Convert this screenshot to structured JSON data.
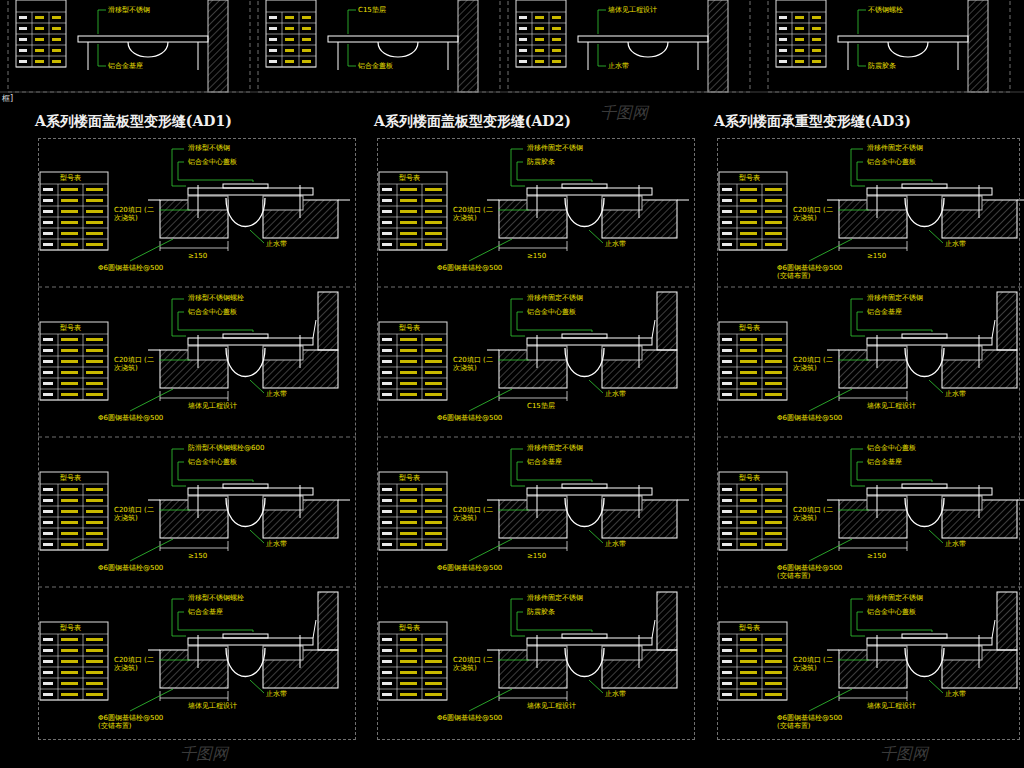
{
  "diagram": {
    "nodes": [
      {
        "text": [
          "A系列楼面盖板型变形缝(AD1)"
        ]
      },
      {
        "text": [
          "A系列楼面盖板型变形缝(AD2)"
        ]
      },
      {
        "text": [
          "A系列楼面承重型变形缝(AD3)"
        ]
      }
    ],
    "labels": [
      "框]",
      "滑移型不锈钢",
      "铝合金基座",
      "C15垫层",
      "铝合金盖板",
      "墙体见工程设计",
      "止水带",
      "不锈钢螺栓",
      "防震胶条",
      "型号表",
      "滑移型不锈钢",
      "铝合金中心盖板",
      "C20填口 (二次浇筑)",
      "Φ6圆钢基锚栓@500",
      "止水带",
      "≥150",
      "型号表",
      "滑移型不锈钢螺栓",
      "铝合金中心盖板",
      "C20填口 (二次浇筑)",
      "Φ6圆钢基锚栓@500",
      "止水带",
      "墙体见工程设计",
      "型号表",
      "防滑型不锈钢螺栓@600",
      "铝合金中心盖板",
      "C20填口 (二次浇筑)",
      "Φ6圆钢基锚栓@500",
      "止水带",
      "≥150",
      "型号表",
      "滑移型不锈钢螺栓",
      "铝合金基座",
      "C20填口 (二次浇筑)",
      "Φ6圆钢基锚栓@500 (交错布置)",
      "止水带",
      "墙体见工程设计",
      "型号表",
      "滑移件固定不锈钢",
      "防震胶条",
      "C20填口 (二次浇筑)",
      "Φ6圆钢基锚栓@500",
      "止水带",
      "≥150",
      "型号表",
      "滑移件固定不锈钢",
      "铝合金中心盖板",
      "C20填口 (二次浇筑)",
      "Φ6圆钢基锚栓@500",
      "止水带",
      "C15垫层",
      "型号表",
      "滑移件固定不锈钢",
      "铝合金基座",
      "C20填口 (二次浇筑)",
      "Φ6圆钢基锚栓@500",
      "止水带",
      "≥150",
      "型号表",
      "滑移件固定不锈钢",
      "防震胶条",
      "C20填口 (二次浇筑)",
      "Φ6圆钢基锚栓@500",
      "止水带",
      "墙体见工程设计",
      "型号表",
      "滑移件固定不锈钢",
      "铝合金中心盖板",
      "C20填口 (二次浇筑)",
      "Φ6圆钢基锚栓@500 (交错布置)",
      "止水带",
      "≥150",
      "型号表",
      "滑移件固定不锈钢",
      "铝合金基座",
      "C20填口 (二次浇筑)",
      "Φ6圆钢基锚栓@500",
      "止水带",
      "墙体见工程设计",
      "型号表",
      "铝合金中心盖板",
      "铝合金基座",
      "C20填口 (二次浇筑)",
      "Φ6圆钢基锚栓@500 (交错布置)",
      "止水带",
      "≥150",
      "型号表",
      "滑移件固定不锈钢",
      "铝合金中心盖板",
      "C20填口 (二次浇筑)",
      "Φ6圆钢基锚栓@500 (交错布置)",
      "止水带",
      "墙体见工程设计",
      "千图网",
      "千图网",
      "千图网"
    ]
  }
}
